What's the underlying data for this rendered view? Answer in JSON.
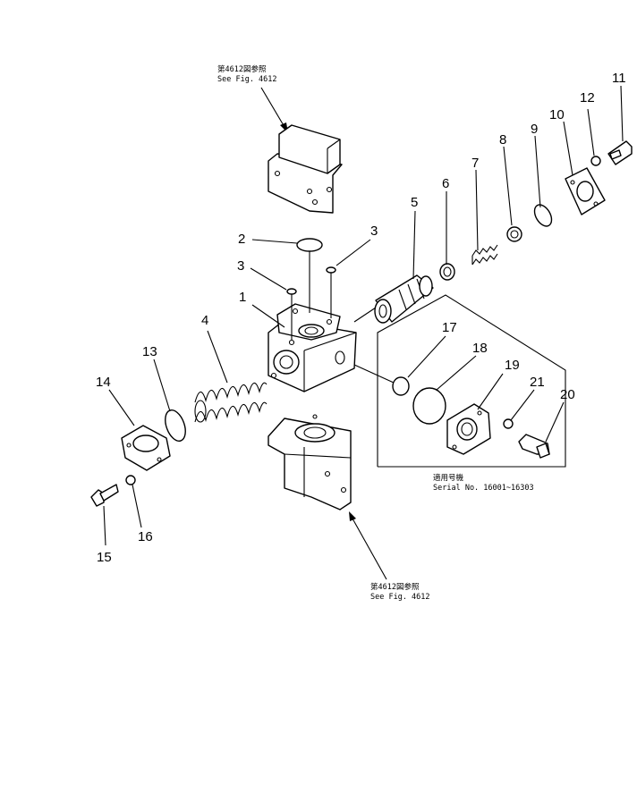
{
  "references": {
    "top": {
      "line1": "第4612図参照",
      "line2": "See Fig. 4612"
    },
    "bottom": {
      "line1": "第4612図参照",
      "line2": "See Fig. 4612"
    },
    "serial": {
      "line1": "適用号機",
      "line2": "Serial No. 16001~16303"
    }
  },
  "part_numbers": [
    "1",
    "2",
    "3",
    "3",
    "4",
    "5",
    "6",
    "7",
    "8",
    "9",
    "10",
    "11",
    "12",
    "13",
    "14",
    "15",
    "16",
    "17",
    "18",
    "19",
    "20",
    "21"
  ],
  "colors": {
    "ink": "#000000",
    "paper": "#ffffff"
  }
}
